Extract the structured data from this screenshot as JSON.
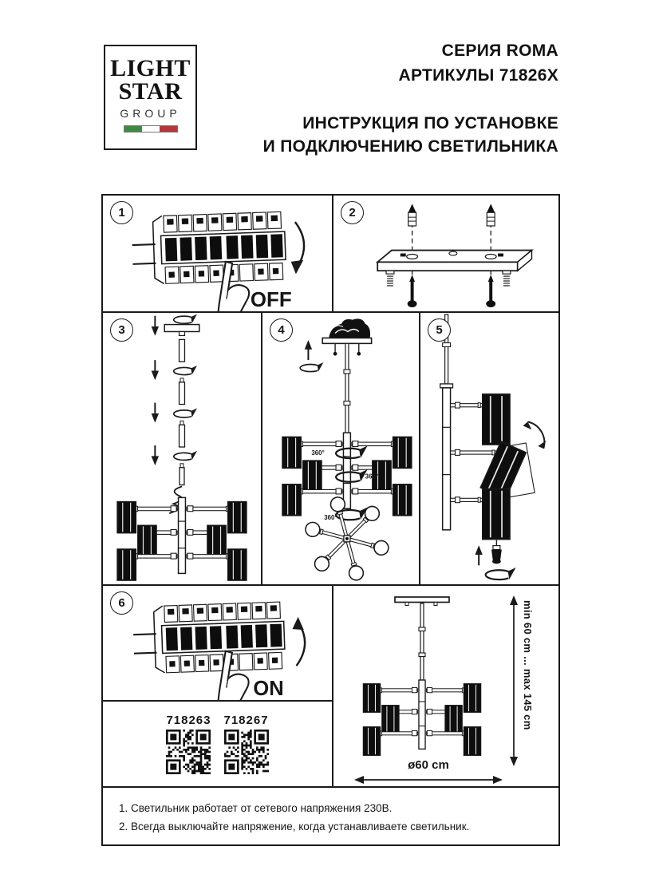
{
  "logo": {
    "line1": "LIGHT",
    "line2": "STAR",
    "line3": "GROUP",
    "flag_green": "#3f8a43",
    "flag_white": "#ffffff",
    "flag_red": "#b23839"
  },
  "header": {
    "series": "СЕРИЯ ROMA",
    "articles": "АРТИКУЛЫ 71826X",
    "title_line1": "ИНСТРУКЦИЯ ПО УСТАНОВКЕ",
    "title_line2": "И ПОДКЛЮЧЕНИЮ СВЕТИЛЬНИКА"
  },
  "steps": {
    "s1": {
      "number": "1",
      "label": "OFF"
    },
    "s2": {
      "number": "2"
    },
    "s3": {
      "number": "3"
    },
    "s4": {
      "number": "4",
      "rotation_label": "360°"
    },
    "s5": {
      "number": "5"
    },
    "s6": {
      "number": "6",
      "label": "ON"
    }
  },
  "articles": {
    "left": {
      "code": "718263"
    },
    "right": {
      "code": "718267"
    }
  },
  "dimensions": {
    "height_range": "min 60 cm ... max 145 cm",
    "diameter": "ø60 cm"
  },
  "notes": {
    "line1": "1. Светильник работает от сетевого напряжения 230В.",
    "line2": "2. Всегда выключайте напряжение, когда устанавливаете светильник."
  },
  "colors": {
    "ink": "#1a1a1a",
    "paper": "#ffffff"
  }
}
